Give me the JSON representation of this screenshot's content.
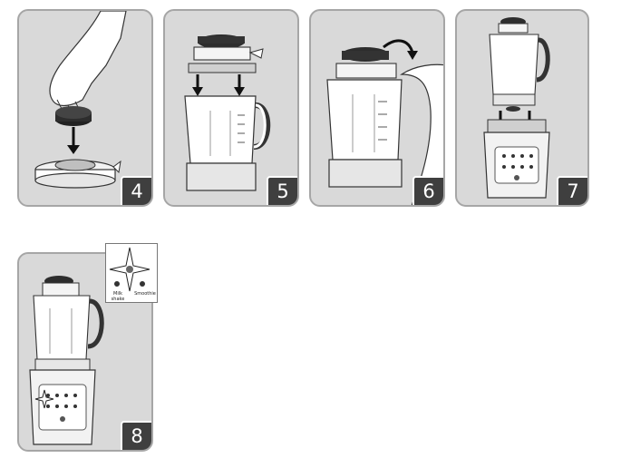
{
  "steps": [
    {
      "number": "4"
    },
    {
      "number": "5"
    },
    {
      "number": "6"
    },
    {
      "number": "7"
    },
    {
      "number": "8"
    }
  ],
  "inset_labels": {
    "left": "Milk shake",
    "right": "Smoothie"
  },
  "colors": {
    "panel_bg": "#d9d9d9",
    "panel_border": "#a6a6a6",
    "badge_bg": "#3f3f3f",
    "badge_text": "#ffffff"
  }
}
